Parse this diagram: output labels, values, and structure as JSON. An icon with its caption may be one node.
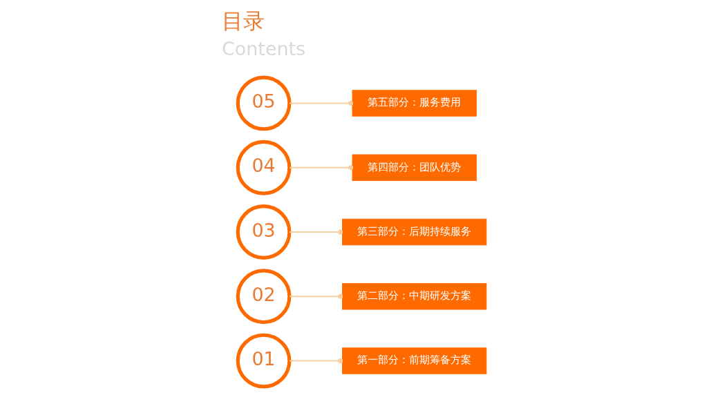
{
  "diagram": {
    "title": "目录",
    "nodes": [
      {
        "text": [
          "01"
        ]
      },
      {
        "text": [
          "第一部分：前期筹备方案"
        ]
      },
      {
        "text": [
          "02"
        ]
      },
      {
        "text": [
          "第二部分：中期研发方案"
        ]
      },
      {
        "text": [
          "03"
        ]
      },
      {
        "text": [
          "第三部分：后期持续服务"
        ]
      },
      {
        "text": [
          "04"
        ]
      },
      {
        "text": [
          "第四部分：团队优势"
        ]
      },
      {
        "text": [
          "05"
        ]
      },
      {
        "text": [
          "第五部分：服务费用"
        ]
      }
    ],
    "edges": [
      {
        "from": 0,
        "to": 1,
        "arrow": "other"
      },
      {
        "from": 2,
        "to": 3,
        "arrow": "other"
      },
      {
        "from": 4,
        "to": 5,
        "arrow": "other"
      },
      {
        "from": 6,
        "to": 7,
        "arrow": "other"
      },
      {
        "from": 8,
        "to": 9,
        "arrow": "other"
      }
    ],
    "labels": [
      "Contents"
    ]
  }
}
